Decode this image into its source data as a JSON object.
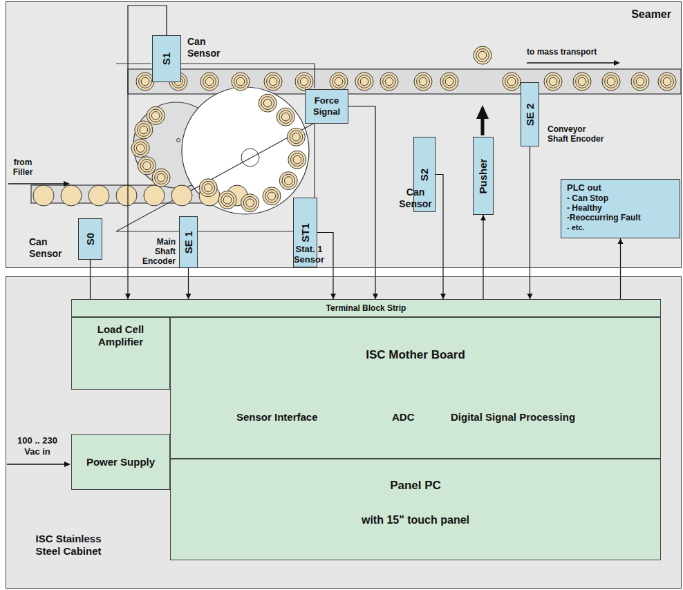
{
  "diagram": {
    "nodes": [
      {
        "text": [
          "Seamer"
        ]
      },
      {
        "text": [
          "S1",
          "Can Sensor"
        ],
        "in": 0
      },
      {
        "text": [
          "Force Signal"
        ],
        "in": 0
      },
      {
        "text": [
          "S2",
          "Can Sensor"
        ],
        "in": 0
      },
      {
        "text": [
          "Pusher"
        ],
        "in": 0
      },
      {
        "text": [
          "SE 2",
          "Conveyor Shaft Encoder"
        ],
        "in": 0
      },
      {
        "text": [
          "PLC out",
          "- Can Stop",
          "- Healthy",
          "-Reoccurring Fault",
          "- etc."
        ],
        "in": 0
      },
      {
        "text": [
          "S0",
          "Can Sensor"
        ],
        "in": 0
      },
      {
        "text": [
          "SE 1",
          "Main Shaft Encoder"
        ],
        "in": 0
      },
      {
        "text": [
          "ST1",
          "Stat. 1 Sensor"
        ],
        "in": 0
      },
      {
        "text": [
          "ISC Stainless Steel Cabinet"
        ]
      },
      {
        "text": [
          "Terminal Block Strip"
        ],
        "in": 10
      },
      {
        "text": [
          "Load Cell Amplifier"
        ],
        "in": 10
      },
      {
        "text": [
          "ISC Mother Board",
          "Sensor Interface",
          "ADC",
          "Digital Signal Processing"
        ],
        "in": 10
      },
      {
        "text": [
          "Power Supply"
        ],
        "in": 10
      },
      {
        "text": [
          "Panel PC",
          "with 15\" touch panel"
        ],
        "in": 10
      }
    ],
    "edges": [
      {
        "from": 1,
        "to": 11,
        "arrow": "to"
      },
      {
        "from": 7,
        "to": 11,
        "arrow": "none"
      },
      {
        "from": 8,
        "to": 11,
        "arrow": "to"
      },
      {
        "from": 9,
        "to": 11,
        "arrow": "to"
      },
      {
        "from": 2,
        "to": 11,
        "arrow": "to"
      },
      {
        "from": 3,
        "to": 11,
        "arrow": "to"
      },
      {
        "from": 11,
        "to": 4,
        "arrow": "to"
      },
      {
        "from": 5,
        "to": 11,
        "arrow": "to"
      },
      {
        "from": 11,
        "to": 6,
        "arrow": "to"
      }
    ],
    "labels": [
      "from Filler",
      "to mass transport",
      "100 .. 230 Vac in"
    ]
  }
}
